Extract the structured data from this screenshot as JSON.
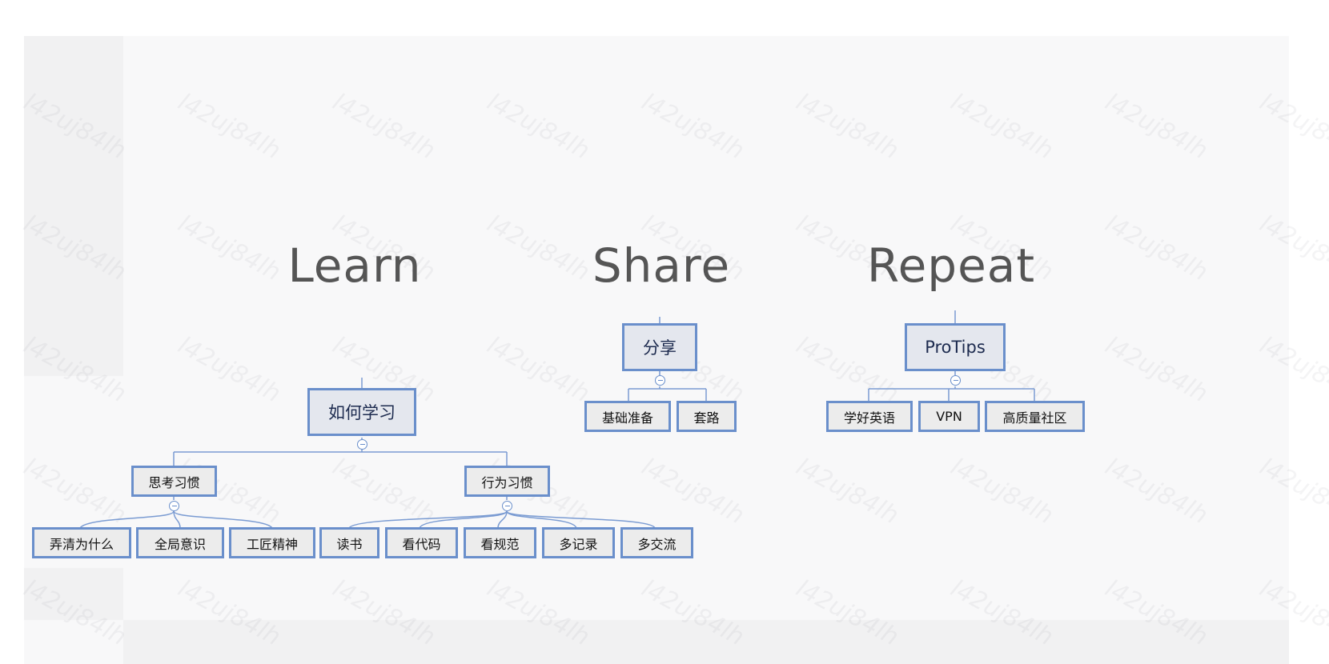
{
  "watermark": "l42uj84lh",
  "colors": {
    "node_border": "#6a8fcb",
    "node_fill": "#ececec",
    "root_fill": "#e4e7ee",
    "heading": "#555555"
  },
  "sections": [
    {
      "heading": "Learn",
      "root": "如何学习",
      "groups": [
        {
          "label": "思考习惯",
          "children": [
            "弄清为什么",
            "全局意识",
            "工匠精神"
          ]
        },
        {
          "label": "行为习惯",
          "children": [
            "读书",
            "看代码",
            "看规范",
            "多记录",
            "多交流"
          ]
        }
      ]
    },
    {
      "heading": "Share",
      "root": "分享",
      "children": [
        "基础准备",
        "套路"
      ]
    },
    {
      "heading": "Repeat",
      "root": "ProTips",
      "children": [
        "学好英语",
        "VPN",
        "高质量社区"
      ]
    }
  ]
}
